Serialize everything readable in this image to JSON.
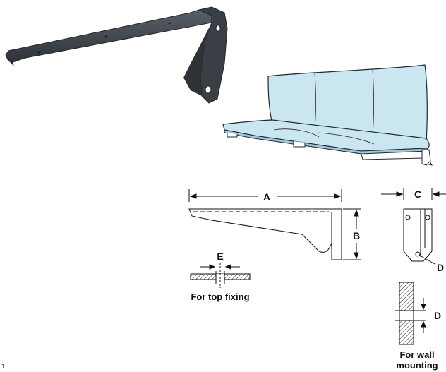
{
  "dimension_labels": {
    "a": "A",
    "b": "B",
    "c": "C",
    "d_bracket": "D",
    "d_wall": "D",
    "e": "E"
  },
  "captions": {
    "top_fixing": "For top fixing",
    "wall_mounting_line1": "For wall",
    "wall_mounting_line2": "mounting"
  },
  "margin_mark": "1",
  "colors": {
    "bracket_dark": "#3d4248",
    "seat_fill": "#c9e6f1",
    "seat_edge": "#1f2a30",
    "line": "#111111"
  }
}
